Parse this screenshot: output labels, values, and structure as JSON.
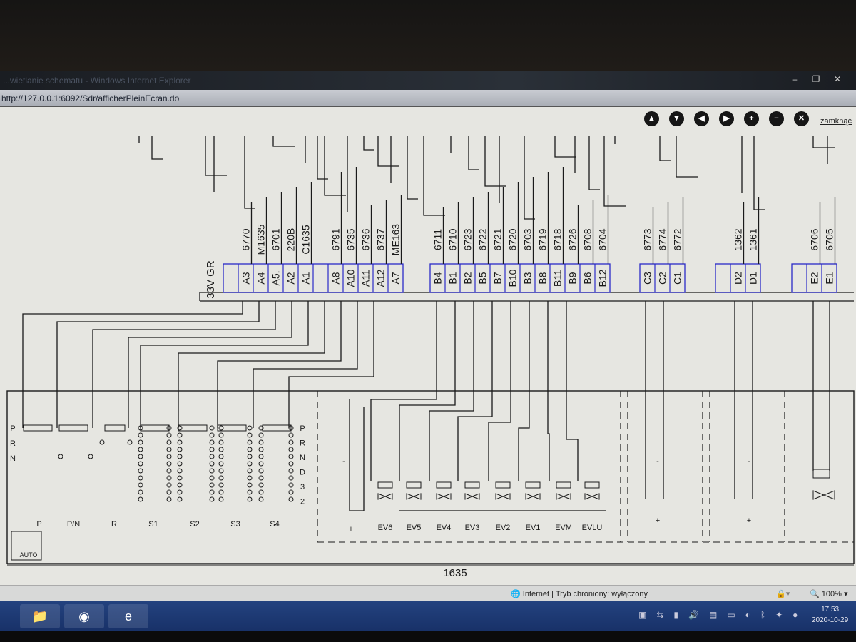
{
  "window": {
    "title": "...wietlanie schematu - Windows Internet Explorer",
    "controls": [
      "–",
      "❐",
      "✕"
    ]
  },
  "address_bar": {
    "url": "http://127.0.0.1:6092/Sdr/afficherPleinEcran.do"
  },
  "toolbar": {
    "buttons": [
      {
        "name": "up",
        "glyph": "▲"
      },
      {
        "name": "down",
        "glyph": "▼"
      },
      {
        "name": "left",
        "glyph": "◀"
      },
      {
        "name": "right",
        "glyph": "▶"
      },
      {
        "name": "zoom-in",
        "glyph": "+"
      },
      {
        "name": "zoom-out",
        "glyph": "−"
      },
      {
        "name": "fit",
        "glyph": "✕"
      }
    ],
    "close_label": "zamknąć"
  },
  "diagram": {
    "supply_label": "33V  GR",
    "connectors": [
      {
        "id": "A",
        "cells": [
          {
            "pin": "",
            "wire": ""
          },
          {
            "pin": "A3",
            "wire": "6770"
          },
          {
            "pin": "A4",
            "wire": "M1635"
          },
          {
            "pin": "A5.",
            "wire": "6701"
          },
          {
            "pin": "A2",
            "wire": "220B"
          },
          {
            "pin": "A1",
            "wire": "C1635"
          },
          {
            "pin": "",
            "wire": ""
          },
          {
            "pin": "A8",
            "wire": "6791"
          },
          {
            "pin": "A10",
            "wire": "6735"
          },
          {
            "pin": "A11",
            "wire": "6736"
          },
          {
            "pin": "A12",
            "wire": "6737"
          },
          {
            "pin": "A7",
            "wire": "ME163"
          }
        ]
      },
      {
        "id": "B",
        "cells": [
          {
            "pin": "B4",
            "wire": "6711"
          },
          {
            "pin": "B1",
            "wire": "6710"
          },
          {
            "pin": "B2",
            "wire": "6723"
          },
          {
            "pin": "B5",
            "wire": "6722"
          },
          {
            "pin": "B7",
            "wire": "6721"
          },
          {
            "pin": "B10",
            "wire": "6720"
          },
          {
            "pin": "B3",
            "wire": "6703"
          },
          {
            "pin": "B8",
            "wire": "6719"
          },
          {
            "pin": "B11",
            "wire": "6718"
          },
          {
            "pin": "B9",
            "wire": "6726"
          },
          {
            "pin": "B6",
            "wire": "6708"
          },
          {
            "pin": "B12",
            "wire": "6704"
          }
        ]
      },
      {
        "id": "C",
        "cells": [
          {
            "pin": "C3",
            "wire": "6773"
          },
          {
            "pin": "C2",
            "wire": "6774"
          },
          {
            "pin": "C1",
            "wire": "6772"
          }
        ]
      },
      {
        "id": "D",
        "cells": [
          {
            "pin": "",
            "wire": ""
          },
          {
            "pin": "D2",
            "wire": "1362"
          },
          {
            "pin": "D1",
            "wire": "1361"
          }
        ]
      },
      {
        "id": "E",
        "cells": [
          {
            "pin": "",
            "wire": ""
          },
          {
            "pin": "E2",
            "wire": "6706"
          },
          {
            "pin": "E1",
            "wire": "6705"
          }
        ]
      }
    ],
    "left_row_labels": [
      "P",
      "R",
      "N"
    ],
    "right_row_labels": [
      "P",
      "R",
      "N",
      "D",
      "3",
      "2"
    ],
    "switch_labels": [
      "P",
      "P/N",
      "R",
      "S1",
      "S2",
      "S3",
      "S4"
    ],
    "valve_labels": [
      "EV6",
      "EV5",
      "EV4",
      "EV3",
      "EV2",
      "EV1",
      "EVM",
      "EVLU"
    ],
    "plus_minus": {
      "plus": "+",
      "minus": "-"
    },
    "auto_label": "AUTO",
    "component_label": "1635"
  },
  "status_bar": {
    "zone": "Internet | Tryb chroniony: wyłączony",
    "zoom": "100%"
  },
  "taskbar": {
    "time": "17:53",
    "date": "2020-10-29"
  },
  "colors": {
    "connector_border": "#2a2ac8",
    "wire": "#1a1a1a",
    "taskbar": "#1e3a75"
  }
}
